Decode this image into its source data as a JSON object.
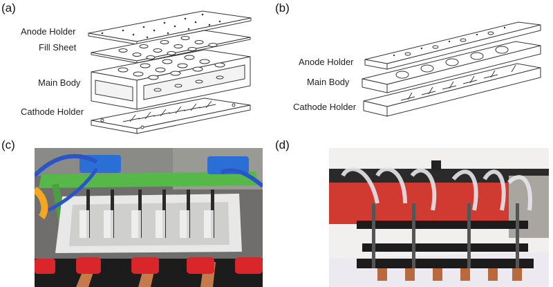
{
  "panels": {
    "a": {
      "tag": "(a)",
      "labels": {
        "anode": "Anode Holder",
        "fill": "Fill Sheet",
        "main": "Main Body",
        "cathode": "Cathode Holder"
      }
    },
    "b": {
      "tag": "(b)",
      "labels": {
        "anode": "Anode Holder",
        "main": "Main Body",
        "cathode": "Cathode Holder"
      }
    },
    "c": {
      "tag": "(c)"
    },
    "d": {
      "tag": "(d)"
    }
  },
  "colors": {
    "line": "#333333",
    "green_bar": "#4caf50",
    "blue_clip": "#2a6fd6",
    "red_clip": "#d8262b",
    "copper": "#b86a3c",
    "holder_black": "#1c1c1c"
  }
}
